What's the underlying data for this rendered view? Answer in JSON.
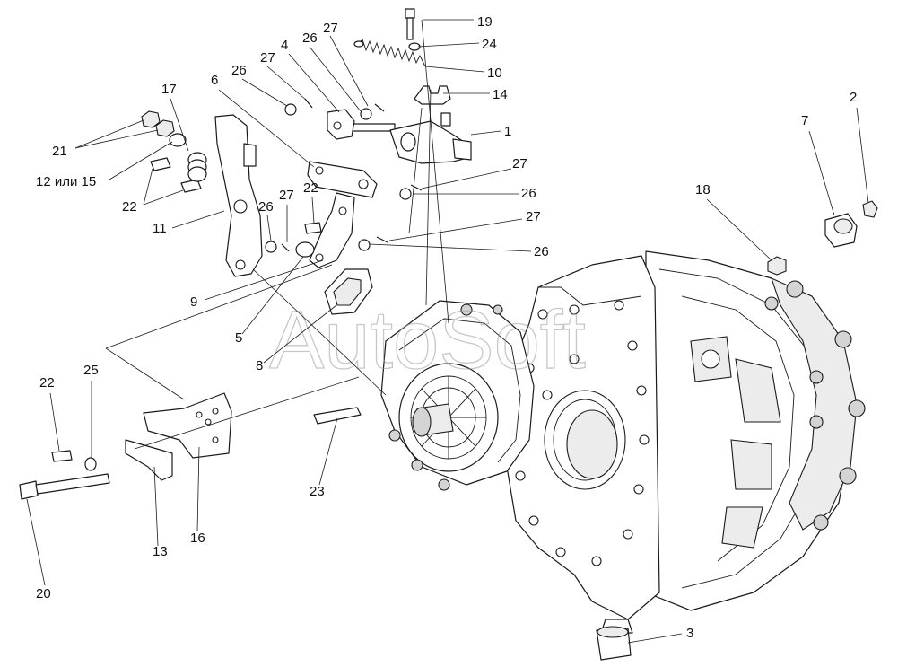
{
  "watermark": "AutoSoft",
  "callouts": [
    {
      "label": "19"
    },
    {
      "label": "24"
    },
    {
      "label": "10"
    },
    {
      "label": "14"
    },
    {
      "label": "27"
    },
    {
      "label": "26"
    },
    {
      "label": "4"
    },
    {
      "label": "27"
    },
    {
      "label": "26"
    },
    {
      "label": "6"
    },
    {
      "label": "17"
    },
    {
      "label": "1"
    },
    {
      "label": "21"
    },
    {
      "label": "12 или 15"
    },
    {
      "label": "22"
    },
    {
      "label": "11"
    },
    {
      "label": "27"
    },
    {
      "label": "26"
    },
    {
      "label": "22"
    },
    {
      "label": "27"
    },
    {
      "label": "26"
    },
    {
      "label": "27"
    },
    {
      "label": "26"
    },
    {
      "label": "9"
    },
    {
      "label": "5"
    },
    {
      "label": "8"
    },
    {
      "label": "2"
    },
    {
      "label": "7"
    },
    {
      "label": "18"
    },
    {
      "label": "25"
    },
    {
      "label": "22"
    },
    {
      "label": "16"
    },
    {
      "label": "13"
    },
    {
      "label": "20"
    },
    {
      "label": "23"
    },
    {
      "label": "3"
    }
  ]
}
